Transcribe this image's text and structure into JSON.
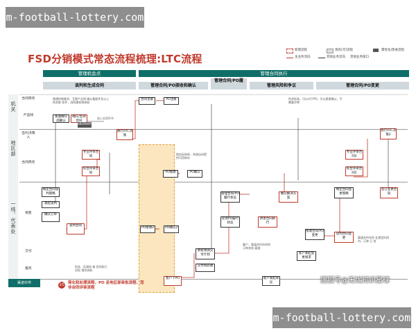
{
  "banner_top": "m-football-lottery.com",
  "banner_bottom": "m-football-lottery.com",
  "title": "FSD分销模式常态流程梳理:LTC流程",
  "legend": {
    "new_flow": "新增流程",
    "main_flow": "主业务流向",
    "sub_flow": "其他业务流向",
    "existing_flow_a": "现有(可)流程",
    "existing_flow_b": "其他业务接口",
    "note_flow": "需优化/改进流程"
  },
  "phases": {
    "p1": "管理机会点",
    "p2": "管理合同执行"
  },
  "stages": {
    "s1": "谈判和生成合同",
    "s2": "管理合同/PO接收和确认",
    "s3": "管理合同/PO履",
    "s4": "管理风险和争议",
    "s5": "管理合同/PO变更"
  },
  "lanes": {
    "hq": "机关",
    "region": "地区部",
    "front": "一线、代表处",
    "channel": "渠道伙伴"
  },
  "sublanes": {
    "contract_business": "合同商务",
    "product_line": "产品线",
    "sign_decision": "签约决策人",
    "contract_business2": "合同商务",
    "sales": "销售",
    "delivery": "交付",
    "service": "服务"
  },
  "boxes": {
    "b1": "发送确认函确认",
    "b2": "确认/生效合同",
    "b3": "SBOM(KPI)",
    "b4": "执行ATC决策",
    "b5": "专业评审合同",
    "b6": "综合评审合同",
    "b7": "制定合同谈判策略",
    "b8": "发起谈判",
    "b9": "确认订单",
    "b10": "谈判合同",
    "b11": "合同注册",
    "b12": "PO注册",
    "b13": "PO接收",
    "b14": "PO确认",
    "b15": "PO接收2",
    "b16": "PO确认2",
    "b17": "客户下PO",
    "b18": "更新预测交付计划",
    "b19": "交付和验收",
    "b20": "管理合同/PO履行状态",
    "b21": "反馈PO履行状态",
    "b22": "改善合同执行",
    "b23": "确认解决方案",
    "b24": "客户发起争议",
    "b25": "执行ATC决策2",
    "b26": "专业评审合同2",
    "b27": "综合评审合同2",
    "b28": "制定合同变更策略",
    "b29": "谈判合同变更",
    "b30": "接收合同/PO变更",
    "b31": "签订变更合同",
    "b32": "客户发起变更请求"
  },
  "tiny_notes": {
    "n1": "普通控制要求、互换产品线 确认备配件及以上的关联 条件，由所属机构授权",
    "n2": "进入交货环节",
    "n3": "按实际授权，系统自动提供可用库存",
    "n4": "符合标准，可以对于PO，可以直接确认，不需要评审",
    "n5": "客户：渠道合作伙伴的 订单发给 渠道",
    "n6": "渠道合作伙伴 在规定时间内，订单 已 发",
    "n7": "机关、区域协 调 合同执行风险 指导协助"
  },
  "red_note_number": "10",
  "red_note_text": "简化和处理流程，PO 走地区部审批流程，而 非合同评审流程",
  "watermark": "搜狐号@无忧知识星球"
}
